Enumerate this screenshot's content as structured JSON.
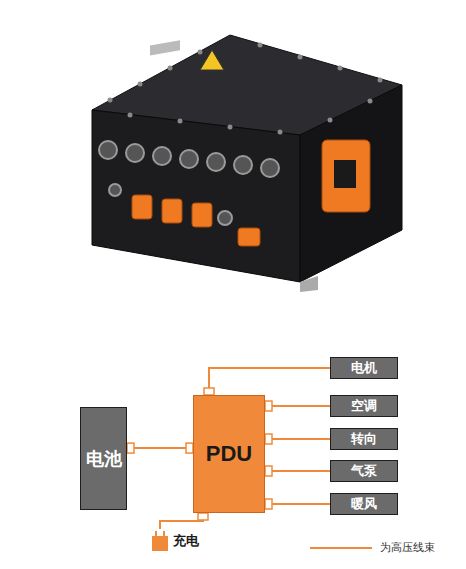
{
  "diagram": {
    "nodes": [
      {
        "text": [
          "电池"
        ]
      },
      {
        "text": [
          "PDU"
        ]
      },
      {
        "text": [
          "电机"
        ]
      },
      {
        "text": [
          "空调"
        ]
      },
      {
        "text": [
          "转向"
        ]
      },
      {
        "text": [
          "气泵"
        ]
      },
      {
        "text": [
          "暖风"
        ]
      },
      {
        "text": [
          "充电"
        ]
      }
    ],
    "edges": [
      {
        "from": 0,
        "to": 1,
        "arrow": "none"
      },
      {
        "from": 1,
        "to": 2,
        "arrow": "none"
      },
      {
        "from": 1,
        "to": 3,
        "arrow": "none"
      },
      {
        "from": 1,
        "to": 4,
        "arrow": "none"
      },
      {
        "from": 1,
        "to": 5,
        "arrow": "none"
      },
      {
        "from": 1,
        "to": 6,
        "arrow": "none"
      },
      {
        "from": 1,
        "to": 7,
        "arrow": "none"
      }
    ],
    "legend": [
      {
        "text": "为高压线束"
      }
    ]
  }
}
